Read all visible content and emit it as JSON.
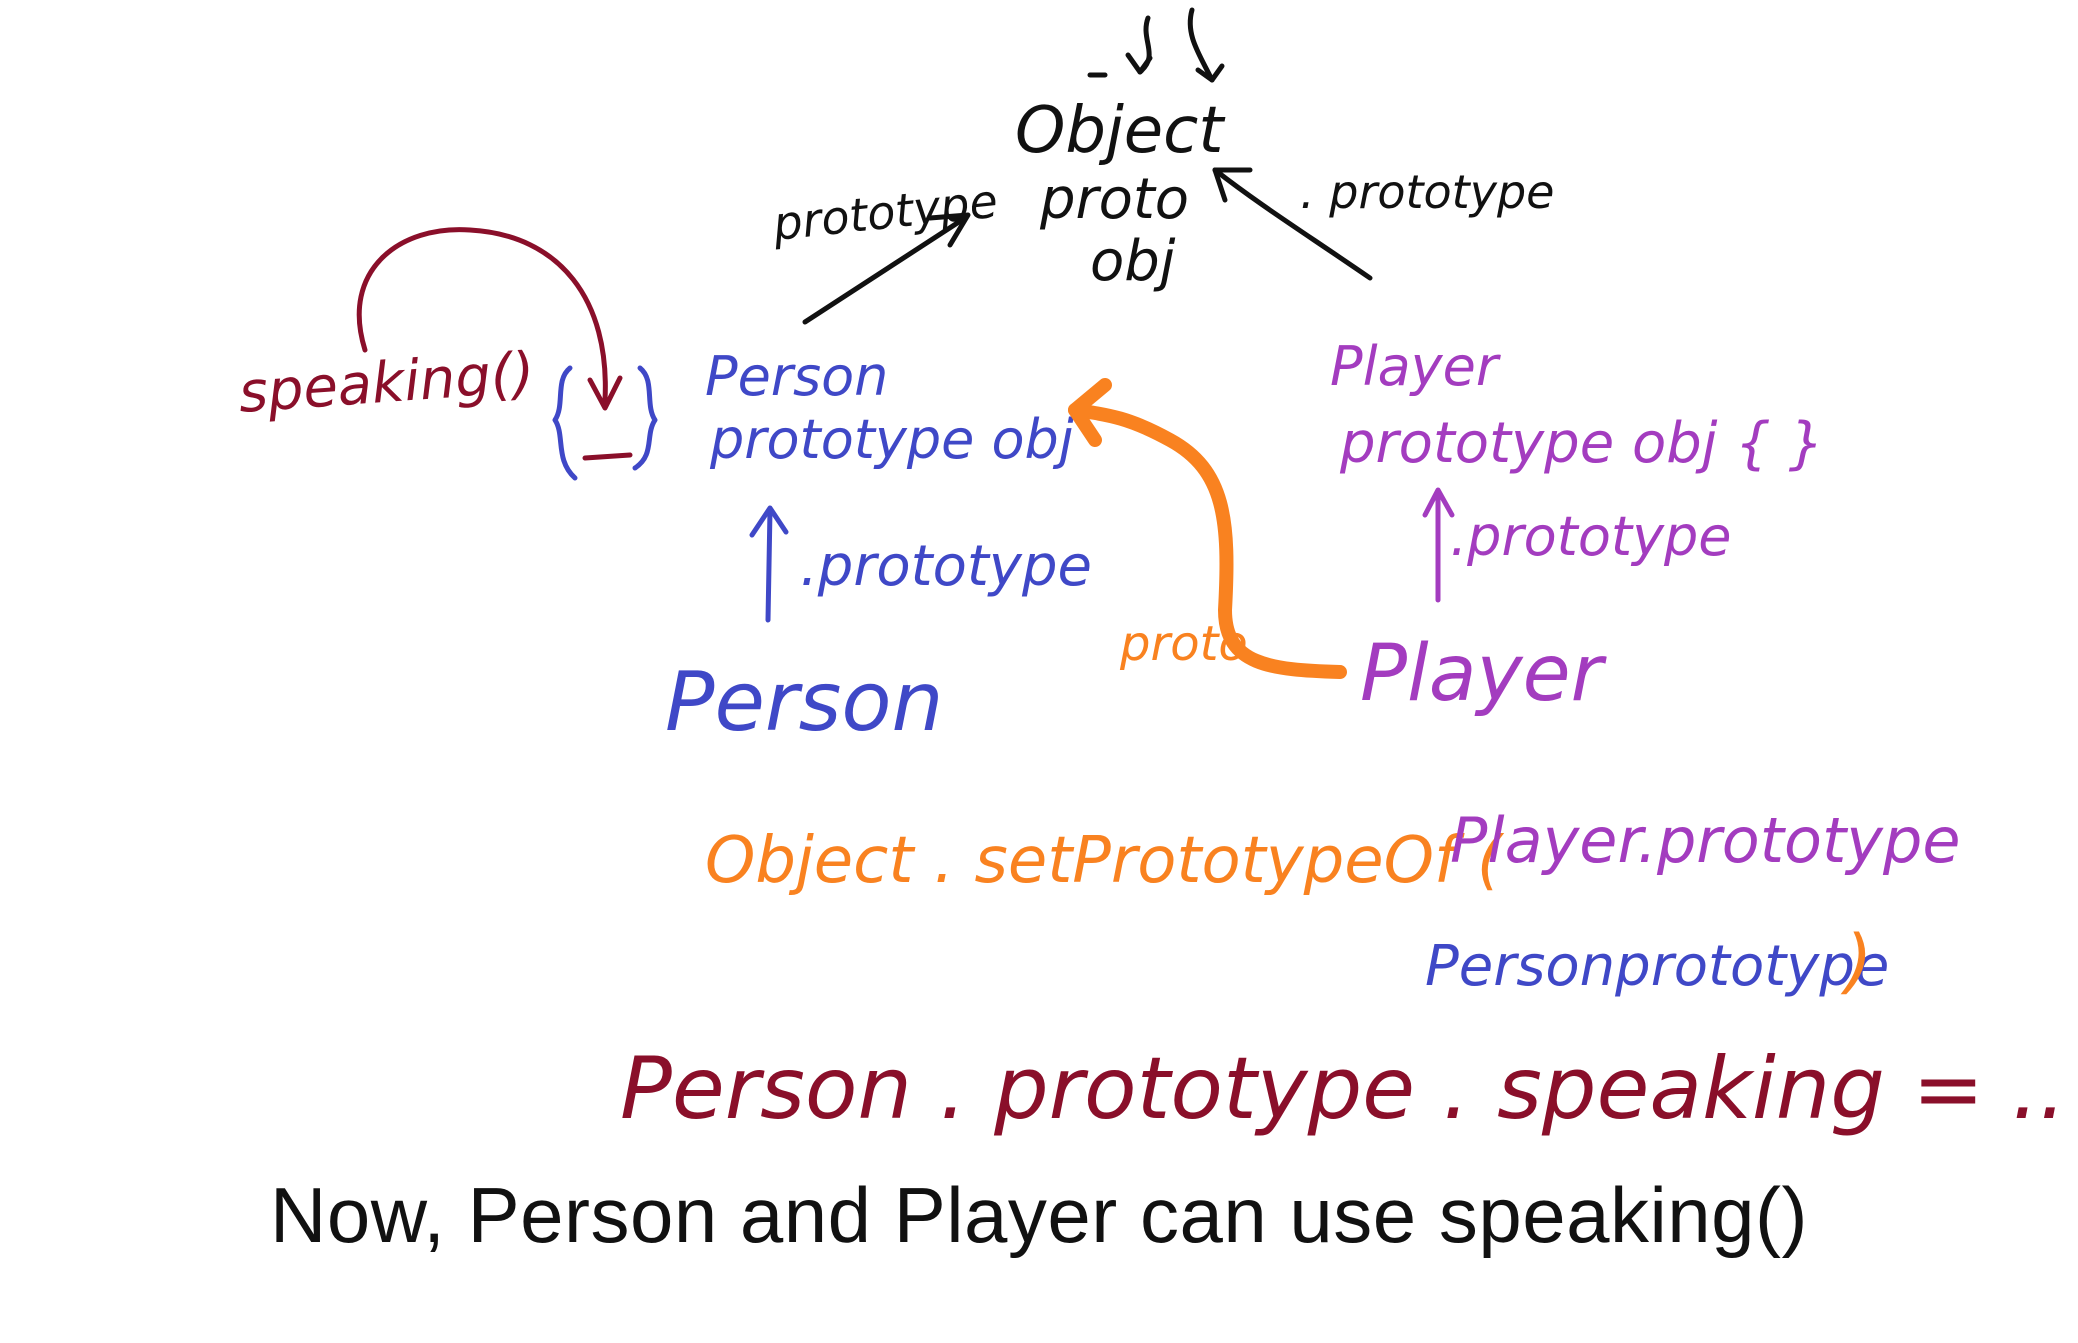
{
  "colors": {
    "black": "#111111",
    "blue": "#3f48c7",
    "purple": "#a33cbf",
    "orange": "#f98220",
    "maroon": "#8a0f2a"
  },
  "object_node": {
    "line1": "Object",
    "line2": "proto",
    "line3": "obj"
  },
  "labels": {
    "prototype_left": "prototype",
    "prototype_right": ". prototype"
  },
  "person": {
    "proto_obj_line1": "Person",
    "proto_obj_line2": "prototype obj",
    "prototype_link": ".prototype",
    "constructor": "Person",
    "braces": "{ _ }"
  },
  "player": {
    "proto_obj_line1": "Player",
    "proto_obj_line2": "prototype obj { }",
    "prototype_link": ".prototype",
    "constructor": "Player"
  },
  "speaking": {
    "label": "speaking()"
  },
  "proto_arrow_label": "proto",
  "set_proto": {
    "prefix": "Object . setPrototypeOf (",
    "arg1": "Player.prototype",
    "arg2": "Personprototype",
    "close": ")"
  },
  "assignment": "Person . prototype . speaking = .. func()",
  "caption": "Now, Person and Player can use speaking()"
}
